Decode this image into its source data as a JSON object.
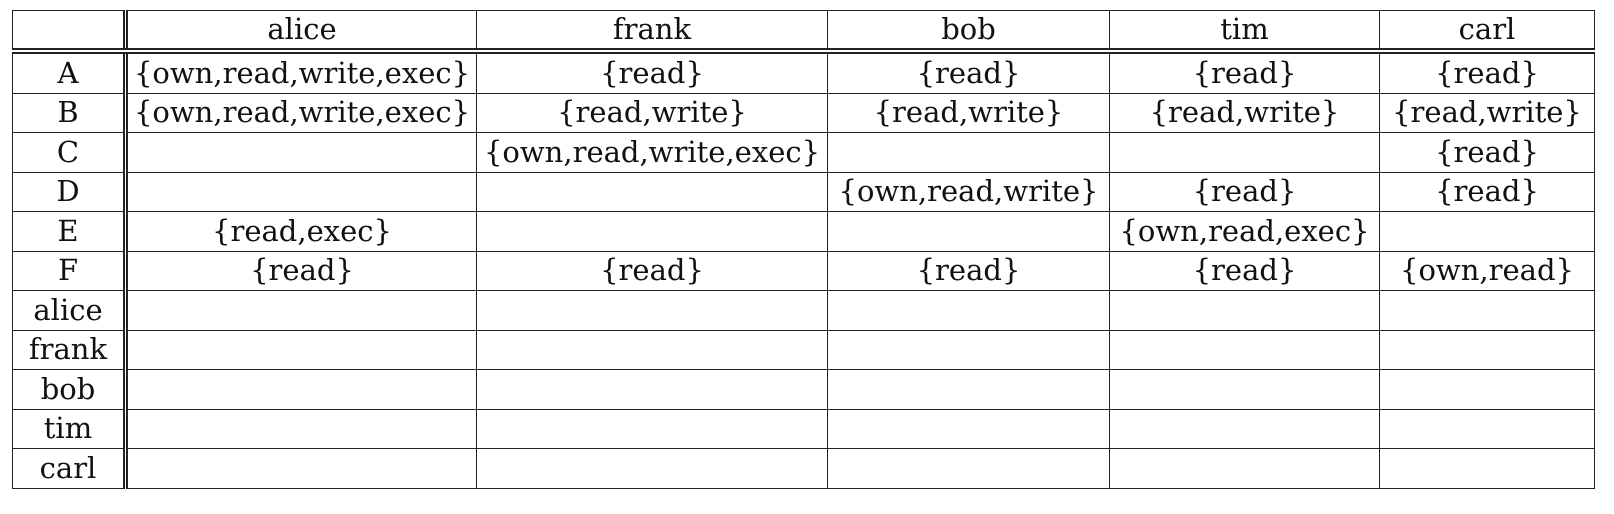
{
  "matrix": {
    "columns": [
      "",
      "alice",
      "frank",
      "bob",
      "tim",
      "carl"
    ],
    "rows": [
      {
        "label": "A",
        "cells": [
          "{own,read,write,exec}",
          "{read}",
          "{read}",
          "{read}",
          "{read}"
        ]
      },
      {
        "label": "B",
        "cells": [
          "{own,read,write,exec}",
          "{read,write}",
          "{read,write}",
          "{read,write}",
          "{read,write}"
        ]
      },
      {
        "label": "C",
        "cells": [
          "",
          "{own,read,write,exec}",
          "",
          "",
          "{read}"
        ]
      },
      {
        "label": "D",
        "cells": [
          "",
          "",
          "{own,read,write}",
          "{read}",
          "{read}"
        ]
      },
      {
        "label": "E",
        "cells": [
          "{read,exec}",
          "",
          "",
          "{own,read,exec}",
          ""
        ]
      },
      {
        "label": "F",
        "cells": [
          "{read}",
          "{read}",
          "{read}",
          "{read}",
          "{own,read}"
        ]
      },
      {
        "label": "alice",
        "cells": [
          "",
          "",
          "",
          "",
          ""
        ]
      },
      {
        "label": "frank",
        "cells": [
          "",
          "",
          "",
          "",
          ""
        ]
      },
      {
        "label": "bob",
        "cells": [
          "",
          "",
          "",
          "",
          ""
        ]
      },
      {
        "label": "tim",
        "cells": [
          "",
          "",
          "",
          "",
          ""
        ]
      },
      {
        "label": "carl",
        "cells": [
          "",
          "",
          "",
          "",
          ""
        ]
      }
    ]
  }
}
